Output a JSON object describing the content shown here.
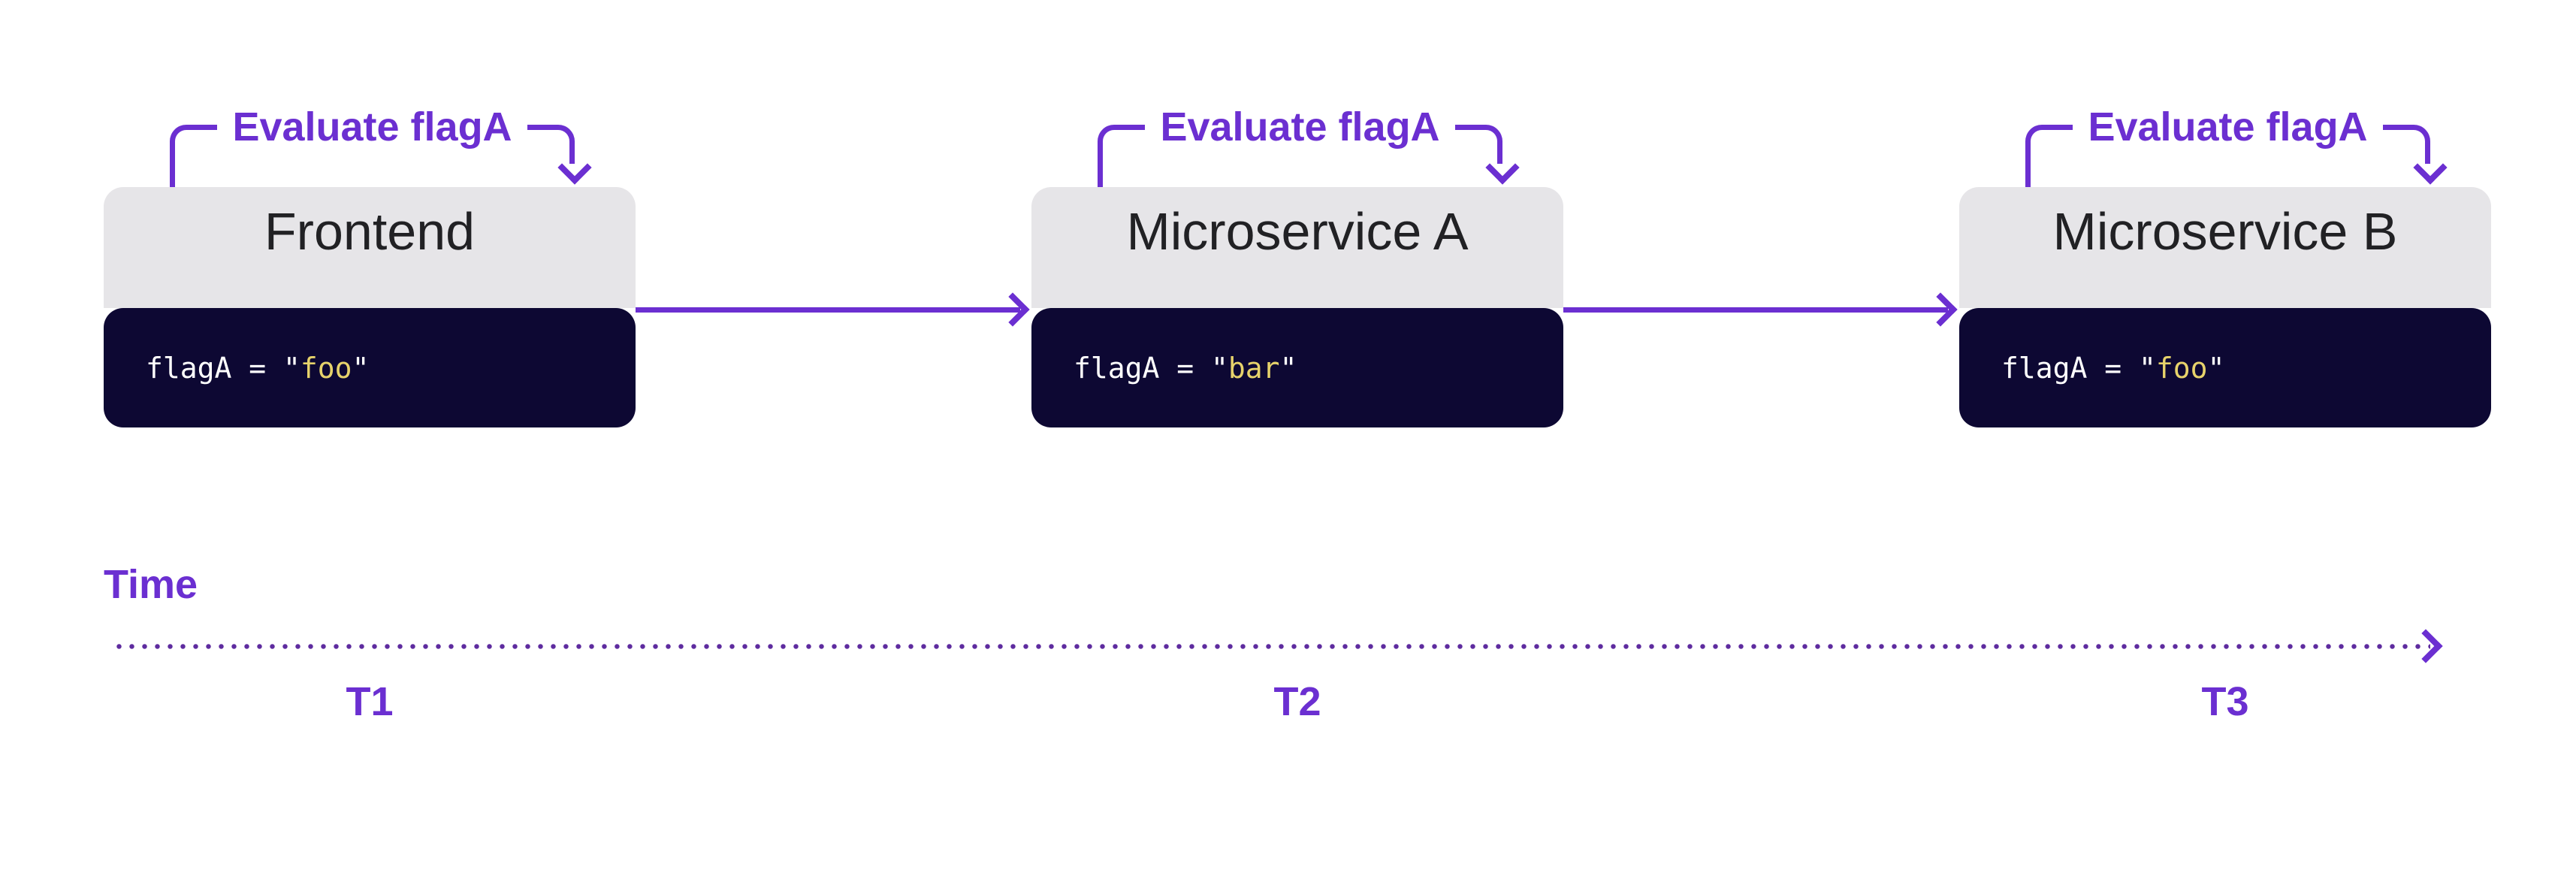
{
  "colors": {
    "purple": "#6b2fd1",
    "dot_purple": "#5e2b9f",
    "code_background": "#0d0833",
    "header_background": "#e6e5e8",
    "title_text": "#212124",
    "code_text": "#ffffff",
    "code_value_yellow": "#e7d36b",
    "page_background": "#ffffff"
  },
  "services": [
    {
      "name": "Frontend",
      "evaluate_label": "Evaluate flagA",
      "code_prefix": "flagA = ",
      "quote": "\"",
      "code_value": "foo"
    },
    {
      "name": "Microservice A",
      "evaluate_label": "Evaluate flagA",
      "code_prefix": "flagA = ",
      "quote": "\"",
      "code_value": "bar"
    },
    {
      "name": "Microservice B",
      "evaluate_label": "Evaluate flagA",
      "code_prefix": "flagA = ",
      "quote": "\"",
      "code_value": "foo"
    }
  ],
  "timeline": {
    "label": "Time",
    "ticks": [
      "T1",
      "T2",
      "T3"
    ]
  }
}
